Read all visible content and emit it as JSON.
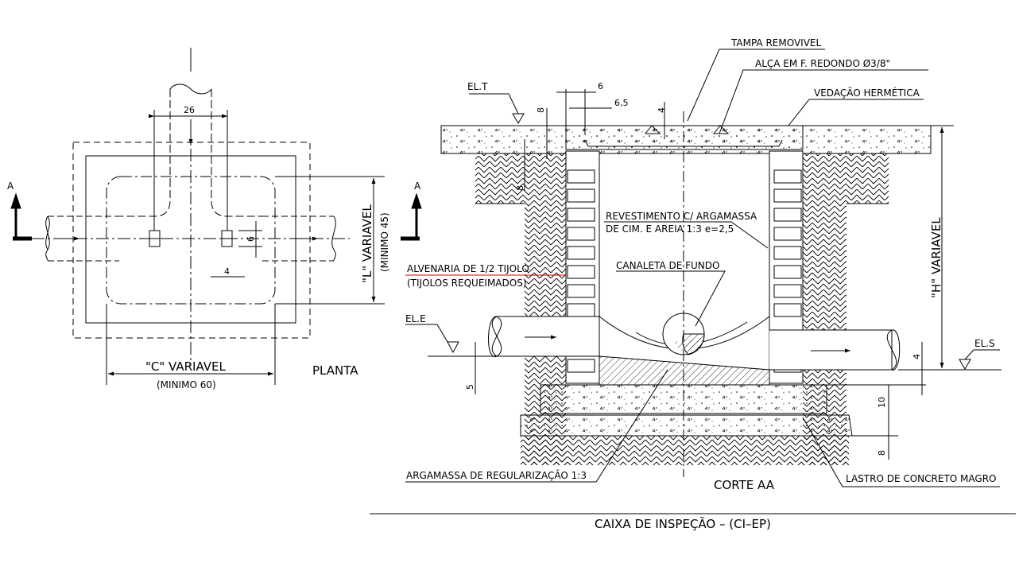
{
  "plan": {
    "section_mark_left": "A",
    "section_mark_right": "A",
    "dim_pipe_gap": "26",
    "dim_6": "6",
    "dim_4": "4",
    "width_label": "\"C\" VARIAVEL",
    "width_min": "(MINIMO 60)",
    "length_label": "\"L\" VARIAVEL",
    "length_min": "(MINIMO 45)",
    "view_title": "PLANTA"
  },
  "section": {
    "el_t": "EL.T",
    "el_e": "EL.E",
    "el_s": "EL.S",
    "dim_6": "6",
    "dim_6_5": "6,5",
    "dim_8_top": "8",
    "dim_4_top": "4",
    "dim_8_side": "8",
    "dim_4_outlet": "4",
    "dim_5_inlet": "5",
    "dim_10_base": "10",
    "dim_8_base": "8",
    "tampa": "TAMPA REMOVIVEL",
    "alca": "ALÇA EM F. REDONDO Ø3/8\"",
    "vedacao": "VEDAÇÃO HERMÉTICA",
    "revestimento_1": "REVESTIMENTO C/ ARGAMASSA",
    "revestimento_2": "DE CIM. E AREIA 1:3 e=2,5",
    "alvenaria_1": "ALVENARIA DE 1/2 TIJOLO",
    "alvenaria_2": "(TIJOLOS REQUEIMADOS)",
    "canaleta": "CANALETA DE FUNDO",
    "h_label": "\"H\" VARIAVEL",
    "argamassa": "ARGAMASSA DE REGULARIZAÇÃO 1:3",
    "lastro": "LASTRO DE CONCRETO MAGRO",
    "view_title": "CORTE AA"
  },
  "drawing_title": "CAIXA DE INSPEÇÃO – (CI–EP)",
  "colors": {
    "line": "#000000",
    "leader_red": "#cc0000",
    "background": "#ffffff"
  }
}
